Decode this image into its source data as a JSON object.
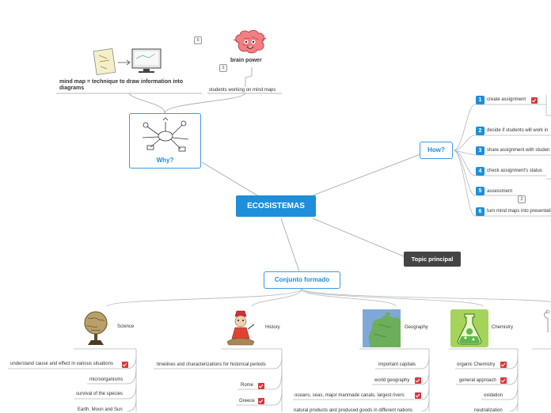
{
  "root": {
    "label": "ECOSISTEMAS"
  },
  "topic_principal": {
    "label": "Topic principal"
  },
  "why": {
    "label": "Why?",
    "mind_map_caption": "mind map = technique to draw information into diagrams",
    "brain_power": "brain power",
    "students_working": "students working on mind maps",
    "badge_top": "5",
    "badge_mid": "3"
  },
  "how": {
    "label": "How?",
    "items": [
      {
        "num": "1",
        "label": "create assignment"
      },
      {
        "num": "2",
        "label": "decide if students will work in"
      },
      {
        "num": "3",
        "label": "share assignment with studen"
      },
      {
        "num": "4",
        "label": "check assignment's status"
      },
      {
        "num": "5",
        "label": "assessment"
      },
      {
        "num": "6",
        "label": "turn mind maps into presentati"
      }
    ],
    "assessment_badge": "2"
  },
  "conjunto": {
    "label": "Conjunto formado",
    "science": {
      "label": "Science",
      "items": [
        "understand cause and effect in various situations",
        "microorganisms",
        "survival of the species",
        "Earth, Moon and Sun"
      ]
    },
    "history": {
      "label": "History",
      "items": [
        "timelines and characterizations for historical periods",
        "Rome",
        "Greece"
      ]
    },
    "geography": {
      "label": "Geography",
      "items": [
        "important capitals",
        "world geography",
        "oceans, seas, major manmade canals,  largest rivers",
        "natural products and produced goods in different nations"
      ]
    },
    "chemistry": {
      "label": "Chemistry",
      "items": [
        "organic Chemistry",
        "general approach",
        "oxidation",
        "neutralization"
      ]
    }
  },
  "colors": {
    "accent": "#1e8fd8",
    "dark_node": "#444444",
    "task_red": "#d9363e"
  }
}
